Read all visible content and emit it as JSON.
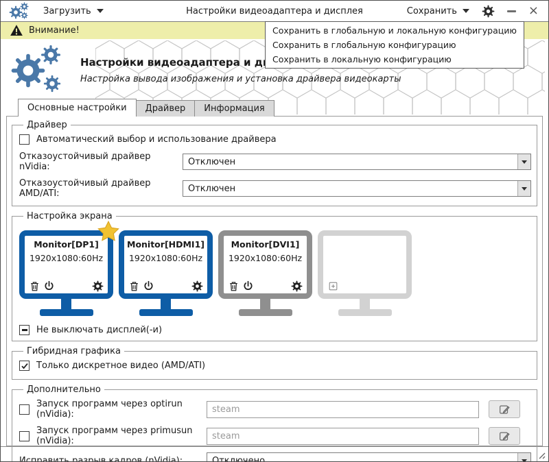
{
  "titlebar": {
    "load_label": "Загрузить",
    "title": "Настройки видеоадаптера и дисплея",
    "save_label": "Сохранить"
  },
  "warning": {
    "text": "Внимание!"
  },
  "save_menu": {
    "items": [
      "Сохранить в глобальную и локальную конфигурацию",
      "Сохранить в глобальную конфигурацию",
      "Сохранить в локальную конфигурацию"
    ]
  },
  "header": {
    "title": "Настройки видеоадаптера и дисплея",
    "subtitle": "Настройка вывода изображения и установка драйвера видеокарты"
  },
  "tabs": [
    {
      "label": "Основные настройки",
      "active": true
    },
    {
      "label": "Драйвер",
      "active": false
    },
    {
      "label": "Информация",
      "active": false
    }
  ],
  "driver_group": {
    "legend": "Драйвер",
    "auto_checkbox_label": "Автоматический выбор и использование драйвера",
    "auto_checkbox_checked": false,
    "nvidia_label": "Отказоустойчивый драйвер nVidia:",
    "nvidia_value": "Отключен",
    "amd_label": "Отказоустойчивый драйвер AMD/ATI:",
    "amd_value": "Отключен"
  },
  "screen_group": {
    "legend": "Настройка экрана",
    "monitors": [
      {
        "name": "Monitor[DP1]",
        "mode": "1920x1080:60Hz",
        "primary": true,
        "state": "active"
      },
      {
        "name": "Monitor[HDMI1]",
        "mode": "1920x1080:60Hz",
        "primary": false,
        "state": "active"
      },
      {
        "name": "Monitor[DVI1]",
        "mode": "1920x1080:60Hz",
        "primary": false,
        "state": "inactive"
      },
      {
        "name": "",
        "mode": "",
        "primary": false,
        "state": "empty-add-slot"
      }
    ],
    "keep_on_label": "Не выключать дисплей(-и)",
    "keep_on_state": "indeterminate"
  },
  "hybrid_group": {
    "legend": "Гибридная графика",
    "discrete_label": "Только дискретное видео (AMD/ATI)",
    "discrete_checked": true
  },
  "extra_group": {
    "legend": "Дополнительно",
    "optirun_label": "Запуск программ через optirun (nVidia):",
    "optirun_placeholder": "steam",
    "optirun_checked": false,
    "primusun_label": "Запуск программ через primusun (nVidia):",
    "primusun_placeholder": "steam",
    "primusun_checked": false,
    "tearing_label": "Исправить разрыв кадров (nVidia):",
    "tearing_value": "Отключено"
  },
  "colors": {
    "accent_blue": "#0e5da6",
    "logo_blue": "#4a78a8",
    "warning_bg": "#eeeeaa",
    "monitor_gray": "#8f8f8f",
    "monitor_light": "#d2d2d2",
    "star_gold": "#f1c232"
  }
}
